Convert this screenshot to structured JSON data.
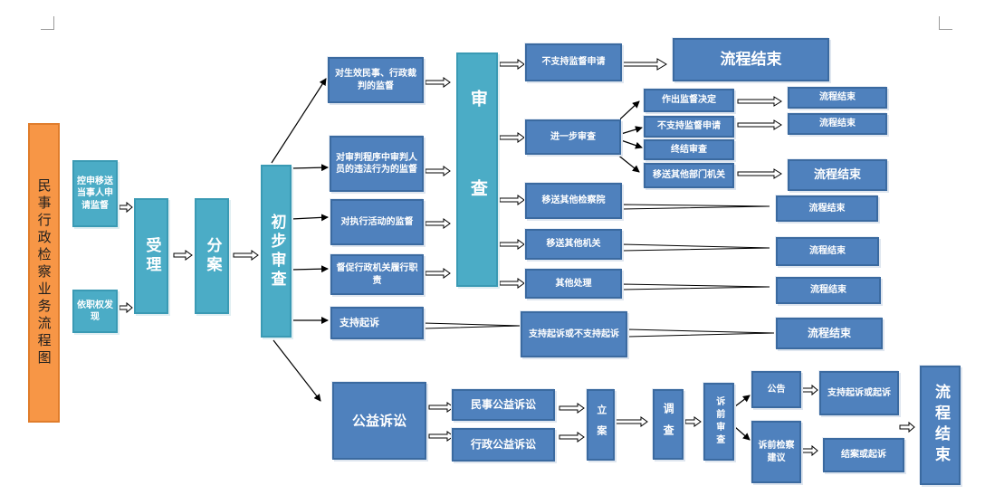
{
  "title": "民事行政检察业务流程图",
  "sources": {
    "party_application": "控申移送当事人申请监督",
    "ex_officio": "依职权发现"
  },
  "accept": "受理",
  "distribute": "分案",
  "preliminary_review": "初步审查",
  "review": "审查",
  "supervision_types": {
    "effective_judgments": "对生效民事、行政裁判的监督",
    "trial_personnel": "对审判程序中审判人员的违法行为的监督",
    "execution": "对执行活动的监督",
    "admin_urging": "督促行政机关履行职责",
    "support_suit": "支持起诉"
  },
  "review_outcomes": {
    "not_support": "不支持监督申请",
    "further_review": "进一步审查",
    "transfer_procuratorate": "移送其他检察院",
    "transfer_agency": "移送其他机关",
    "other": "其他处理"
  },
  "further_outcomes": {
    "decision": "作出监督决定",
    "not_support": "不支持监督申请",
    "terminate": "终结审查",
    "transfer_dept": "移送其他部门机关"
  },
  "support_decision": "支持起诉或不支持起诉",
  "process_end": "流程结束",
  "public_interest": {
    "title": "公益诉讼",
    "civil": "民事公益诉讼",
    "administrative": "行政公益诉讼",
    "file": "立案",
    "investigate": "调查",
    "pre_suit_review": "诉前审查",
    "announce": "公告",
    "support_or_sue": "支持起诉或起诉",
    "pre_suit_advice": "诉前检察建议",
    "close_or_sue": "结案或起诉"
  },
  "colors": {
    "blue": "#4f81bd",
    "teal": "#4bacc6",
    "orange": "#f79646"
  }
}
